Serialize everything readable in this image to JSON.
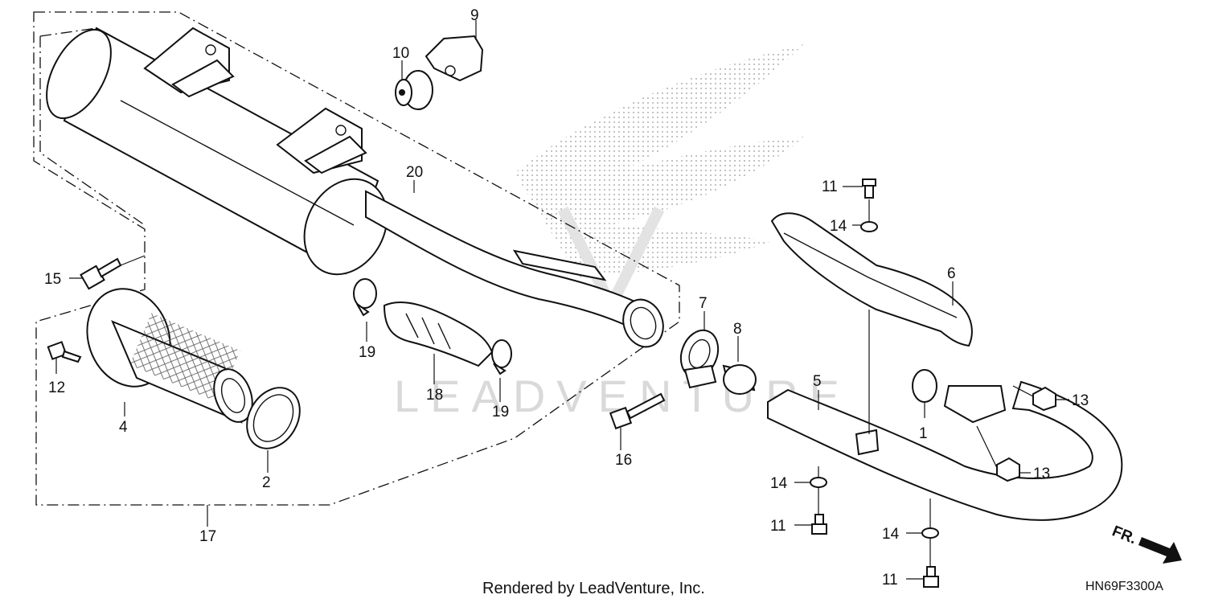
{
  "diagram_code": "HN69F3300A",
  "footer_text": "Rendered by LeadVenture, Inc.",
  "watermark_text": "LEADVENTURE",
  "direction_label": "FR.",
  "callouts": {
    "c1": "1",
    "c2": "2",
    "c4": "4",
    "c5": "5",
    "c6": "6",
    "c7": "7",
    "c8": "8",
    "c9": "9",
    "c10": "10",
    "c11a": "11",
    "c11b": "11",
    "c11c": "11",
    "c12": "12",
    "c13a": "13",
    "c13b": "13",
    "c14a": "14",
    "c14b": "14",
    "c14c": "14",
    "c15": "15",
    "c16": "16",
    "c17": "17",
    "c18": "18",
    "c19a": "19",
    "c19b": "19",
    "c20": "20"
  }
}
